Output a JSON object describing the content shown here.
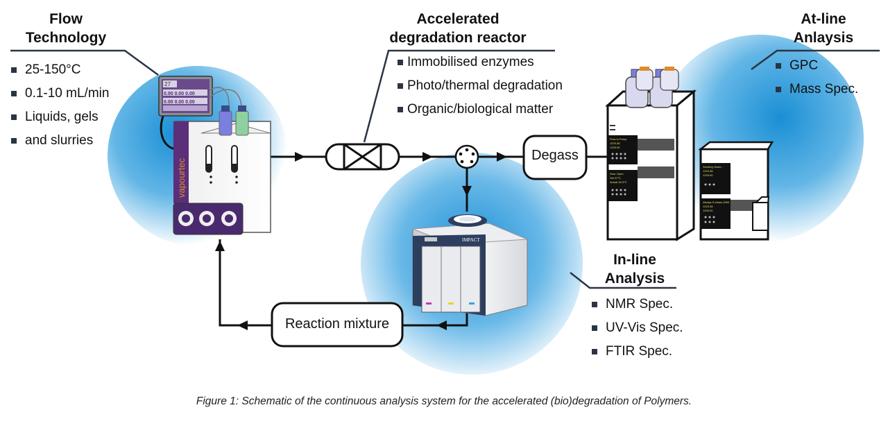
{
  "flow_technology": {
    "title_line1": "Flow",
    "title_line2": "Technology",
    "items": [
      "25-150°C",
      "0.1-10 mL/min",
      "Liquids, gels",
      "and slurries"
    ]
  },
  "reactor": {
    "title_line1": "Accelerated",
    "title_line2": "degradation reactor",
    "items": [
      "Immobilised enzymes",
      "Photo/thermal degradation",
      "Organic/biological matter"
    ]
  },
  "atline": {
    "title_line1": "At-line",
    "title_line2": "Anlaysis",
    "items": [
      "GPC",
      "Mass Spec."
    ]
  },
  "inline": {
    "title_line1": "In-line",
    "title_line2": "Analysis",
    "items": [
      "NMR Spec.",
      "UV-Vis Spec.",
      "FTIR Spec."
    ]
  },
  "boxes": {
    "degass": "Degass",
    "reaction_mixture": "Reaction mixture"
  },
  "devices": {
    "vapourtec_brand": "vapourtec",
    "screen_value": "27",
    "screen_readouts": [
      "0.00",
      "0.00",
      "0.00",
      "0.00",
      "0.00",
      "0.00"
    ],
    "impact_brand": "IMPACT",
    "hplc_screen_1": [
      "Flow to Pump",
      "1223.38",
      "1233.00"
    ],
    "hplc_screen_2": [
      "Door Open",
      "Set 37°C",
      "Actual 34.3°C"
    ],
    "hplc_screen_3": [
      "Sending Home...",
      "1223.38",
      "1233.00"
    ],
    "hplc_screen_4": [
      "Always 5 mbars 4000",
      "1223.38",
      "1233.00"
    ]
  },
  "colors": {
    "halo_blue": "#1a8fd4",
    "device_purple": "#4a2a6e",
    "bottle_blue": "#7b7fe0",
    "bottle_green": "#8fd0a0",
    "impact_navy": "#2d3e5e",
    "accent_orange": "#e08a2c"
  },
  "caption": "Figure 1:  Schematic of the continuous analysis system for the accelerated (bio)degradation of Polymers."
}
